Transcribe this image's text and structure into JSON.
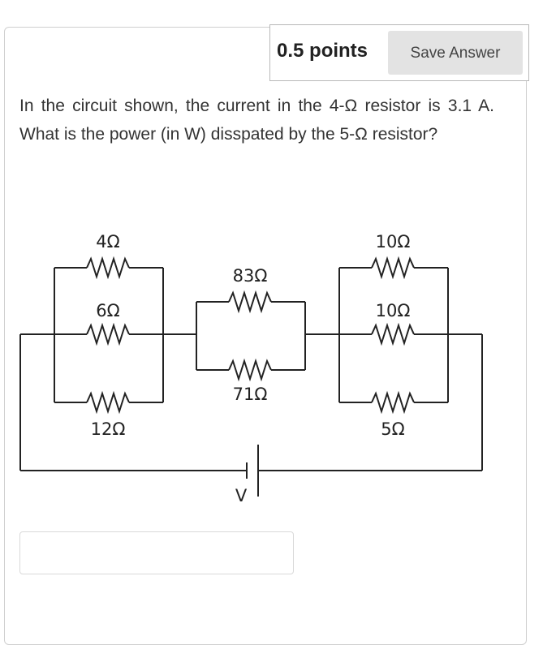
{
  "header": {
    "points_label": "0.5 points",
    "save_label": "Save Answer"
  },
  "question": {
    "text": "In the circuit shown, the current in the 4-Ω resistor is 3.1 A. What is the power (in W) disspated by the 5-Ω resistor?"
  },
  "circuit": {
    "left_group": {
      "top_label": "4Ω",
      "middle_label": "6Ω",
      "bottom_label": "12Ω"
    },
    "middle_group": {
      "top_label": "83Ω",
      "bottom_label": "71Ω"
    },
    "right_group": {
      "top_label": "10Ω",
      "middle_label": "10Ω",
      "bottom_label": "5Ω"
    },
    "battery_label": "V"
  },
  "answer": {
    "value": "",
    "placeholder": ""
  }
}
